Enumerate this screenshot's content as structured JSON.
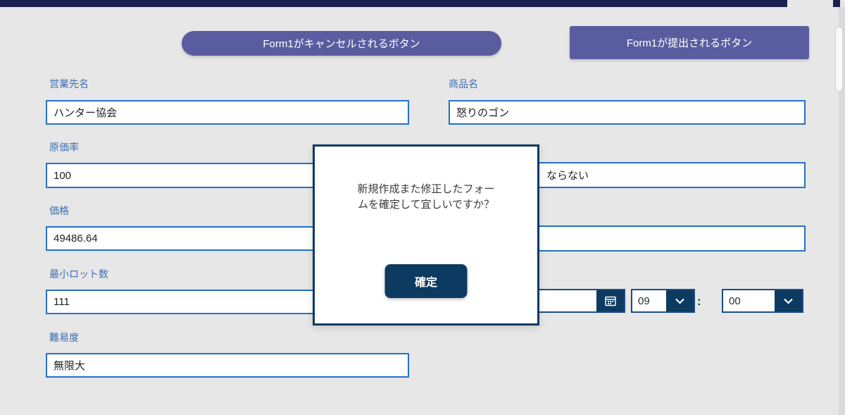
{
  "theme": {
    "background": "#e7e7e7",
    "topbar_color": "#1a2151",
    "button_purple": "#595d9f",
    "label_blue": "#3d6eb4",
    "input_border_blue": "#2471c9",
    "dark_navy": "#0d3a61"
  },
  "toolbar": {
    "cancel_button_label": "Form1がキャンセルされるボタン",
    "submit_button_label": "Form1が提出されるボタン"
  },
  "form": {
    "sales_name": {
      "label": "営業先名",
      "value": "ハンター協会"
    },
    "product_name": {
      "label": "商品名",
      "value": "怒りのゴン"
    },
    "cost_rate": {
      "label": "原価率",
      "value": "100"
    },
    "occluded_field": {
      "visible_value": "ならない"
    },
    "price": {
      "label": "価格",
      "value": "49486.64"
    },
    "empty_right": {
      "value": ""
    },
    "min_lot": {
      "label": "最小ロット数",
      "value": "111"
    },
    "delivery": {
      "date_value": "",
      "hour": "09",
      "separator": ":",
      "minute": "00"
    },
    "difficulty": {
      "label": "難易度",
      "value": "無限大"
    }
  },
  "dialog": {
    "message": "新規作成また修正したフォームを確定して宜しいですか？",
    "confirm_label": "確定"
  }
}
